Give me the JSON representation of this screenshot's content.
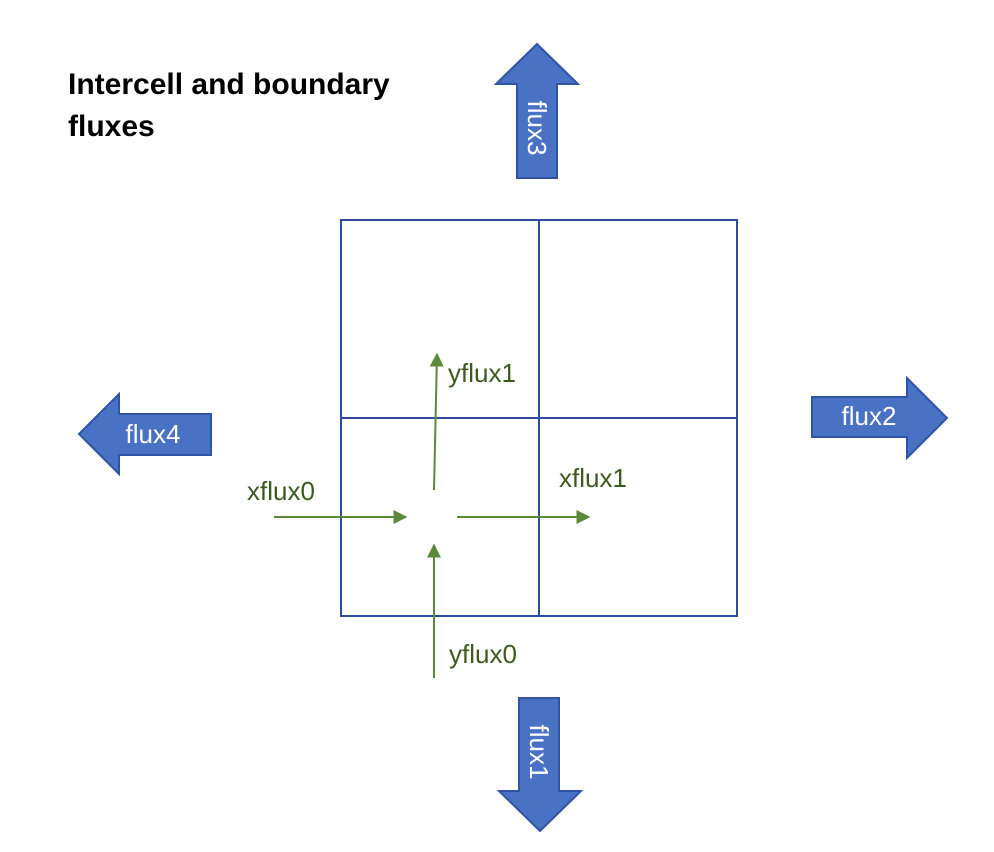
{
  "title_line1": "Intercell and boundary",
  "title_line2": "fluxes",
  "boundary_fluxes": {
    "top": "flux3",
    "right": "flux2",
    "bottom": "flux1",
    "left": "flux4"
  },
  "intercell_fluxes": {
    "xflux0": "xflux0",
    "xflux1": "xflux1",
    "yflux0": "yflux0",
    "yflux1": "yflux1"
  },
  "colors": {
    "grid": "#2f4b9e",
    "block_fill": "#4a72c4",
    "block_stroke": "#2f54a4",
    "flux_arrow": "#5a8a3a",
    "flux_text": "#3d5a1e"
  }
}
